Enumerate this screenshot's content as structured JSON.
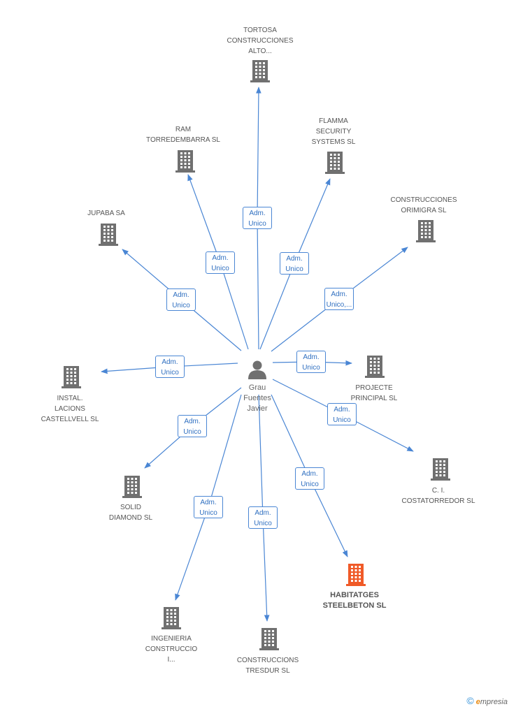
{
  "colors": {
    "edge": "#4a86d4",
    "building": "#707070",
    "building_highlight": "#f05a28",
    "person_icon": "#707070"
  },
  "person": {
    "label": "Grau\nFuentes\nJavier",
    "icon": "person-icon"
  },
  "companies": [
    {
      "id": "tortosa",
      "label": "TORTOSA\nCONSTRUCCIONES\nALTO...",
      "role": "Adm.\nUnico",
      "highlight": false
    },
    {
      "id": "ram",
      "label": "RAM\nTORREDEMBARRA SL",
      "role": "Adm.\nUnico",
      "highlight": false
    },
    {
      "id": "flamma",
      "label": "FLAMMA\nSECURITY\nSYSTEMS SL",
      "role": "Adm.\nUnico",
      "highlight": false
    },
    {
      "id": "jupaba",
      "label": "JUPABA SA",
      "role": "Adm.\nUnico",
      "highlight": false
    },
    {
      "id": "orimigra",
      "label": "CONSTRUCCIONES\nORIMIGRA SL",
      "role": "Adm.\nUnico,...",
      "highlight": false
    },
    {
      "id": "instal",
      "label": "INSTAL.\nLACIONS\nCASTELLVELL SL",
      "role": "Adm.\nUnico",
      "highlight": false
    },
    {
      "id": "projecte",
      "label": "PROJECTE\nPRINCIPAL SL",
      "role": "Adm.\nUnico",
      "highlight": false
    },
    {
      "id": "costatorredor",
      "label": "C. I.\nCOSTATORREDOR SL",
      "role": "Adm.\nUnico",
      "highlight": false
    },
    {
      "id": "solid",
      "label": "SOLID\nDIAMOND SL",
      "role": "Adm.\nUnico",
      "highlight": false
    },
    {
      "id": "ingenieria",
      "label": "INGENIERIA\nCONSTRUCCIO\nI...",
      "role": "Adm.\nUnico",
      "highlight": false
    },
    {
      "id": "tresdur",
      "label": "CONSTRUCCIONS\nTRESDUR SL",
      "role": "Adm.\nUnico",
      "highlight": false
    },
    {
      "id": "habitatges",
      "label": "HABITATGES\nSTEELBETON SL",
      "role": "Adm.\nUnico",
      "highlight": true
    }
  ],
  "footer": {
    "copyright_symbol": "©",
    "brand_initial": "e",
    "brand_rest": "mpresia"
  }
}
